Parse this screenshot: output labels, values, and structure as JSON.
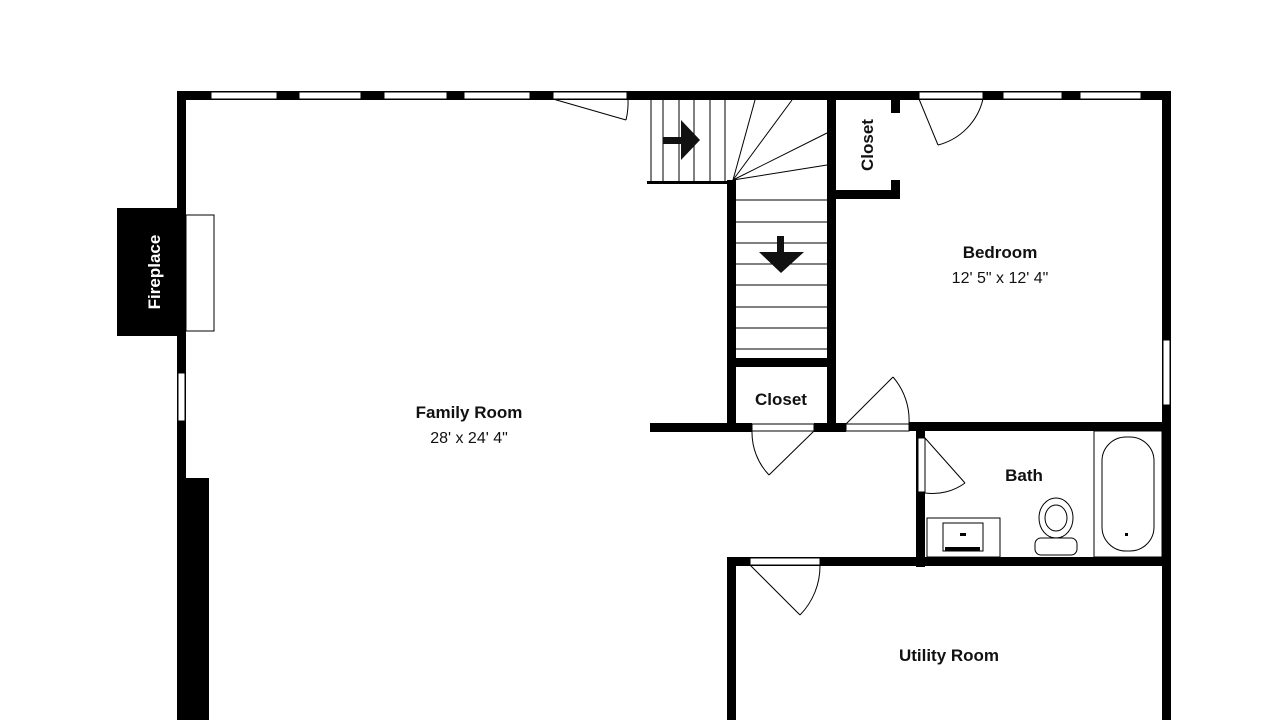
{
  "plan": {
    "rooms": {
      "family_room": {
        "name": "Family Room",
        "dims": "28' x 24' 4\""
      },
      "bedroom": {
        "name": "Bedroom",
        "dims": "12' 5\" x 12' 4\""
      },
      "bath": {
        "name": "Bath"
      },
      "utility_room": {
        "name": "Utility Room"
      },
      "closet_top": {
        "name": "Closet"
      },
      "closet_mid": {
        "name": "Closet"
      },
      "fireplace": {
        "name": "Fireplace"
      }
    },
    "stair_arrows": [
      "arrow-right-icon",
      "arrow-down-icon"
    ],
    "colors": {
      "wall": "#000000",
      "background": "#ffffff",
      "text": "#111111"
    }
  }
}
